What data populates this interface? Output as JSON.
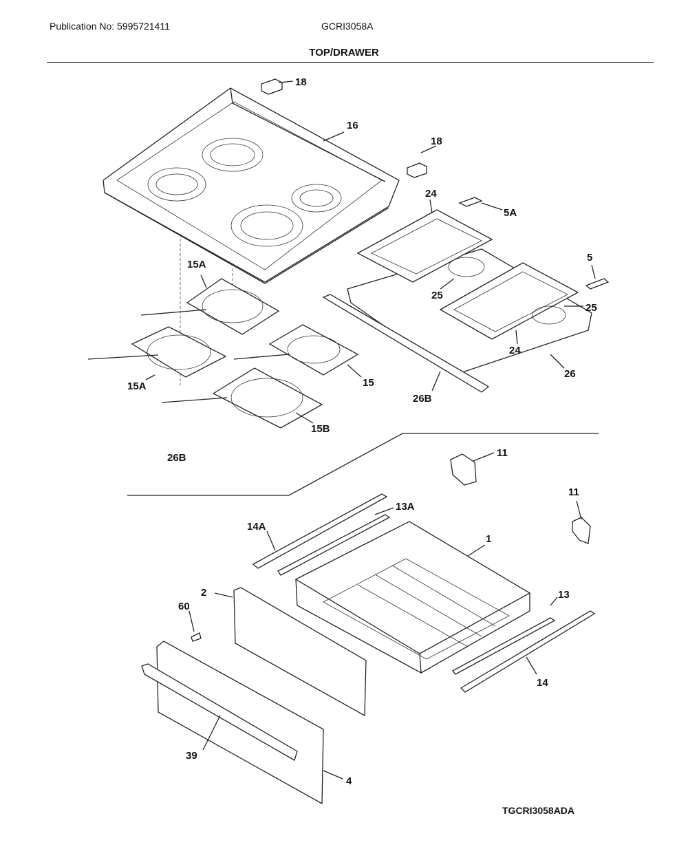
{
  "header": {
    "publication": "Publication No: 5995721411",
    "model": "GCRI3058A",
    "title": "TOP/DRAWER"
  },
  "footer": {
    "code": "TGCRI3058ADA"
  },
  "callouts": {
    "c18a": "18",
    "c16": "16",
    "c18b": "18",
    "c24a": "24",
    "c5a": "5A",
    "c5": "5",
    "c25a": "25",
    "c25b": "25",
    "c24b": "24",
    "c26": "26",
    "c26b1": "26B",
    "c15a1": "15A",
    "c15a2": "15A",
    "c15": "15",
    "c15b": "15B",
    "c26b2": "26B",
    "c11a": "11",
    "c11b": "11",
    "c13a": "13A",
    "c14a": "14A",
    "c1": "1",
    "c2": "2",
    "c60": "60",
    "c13": "13",
    "c14": "14",
    "c39": "39",
    "c4": "4"
  }
}
